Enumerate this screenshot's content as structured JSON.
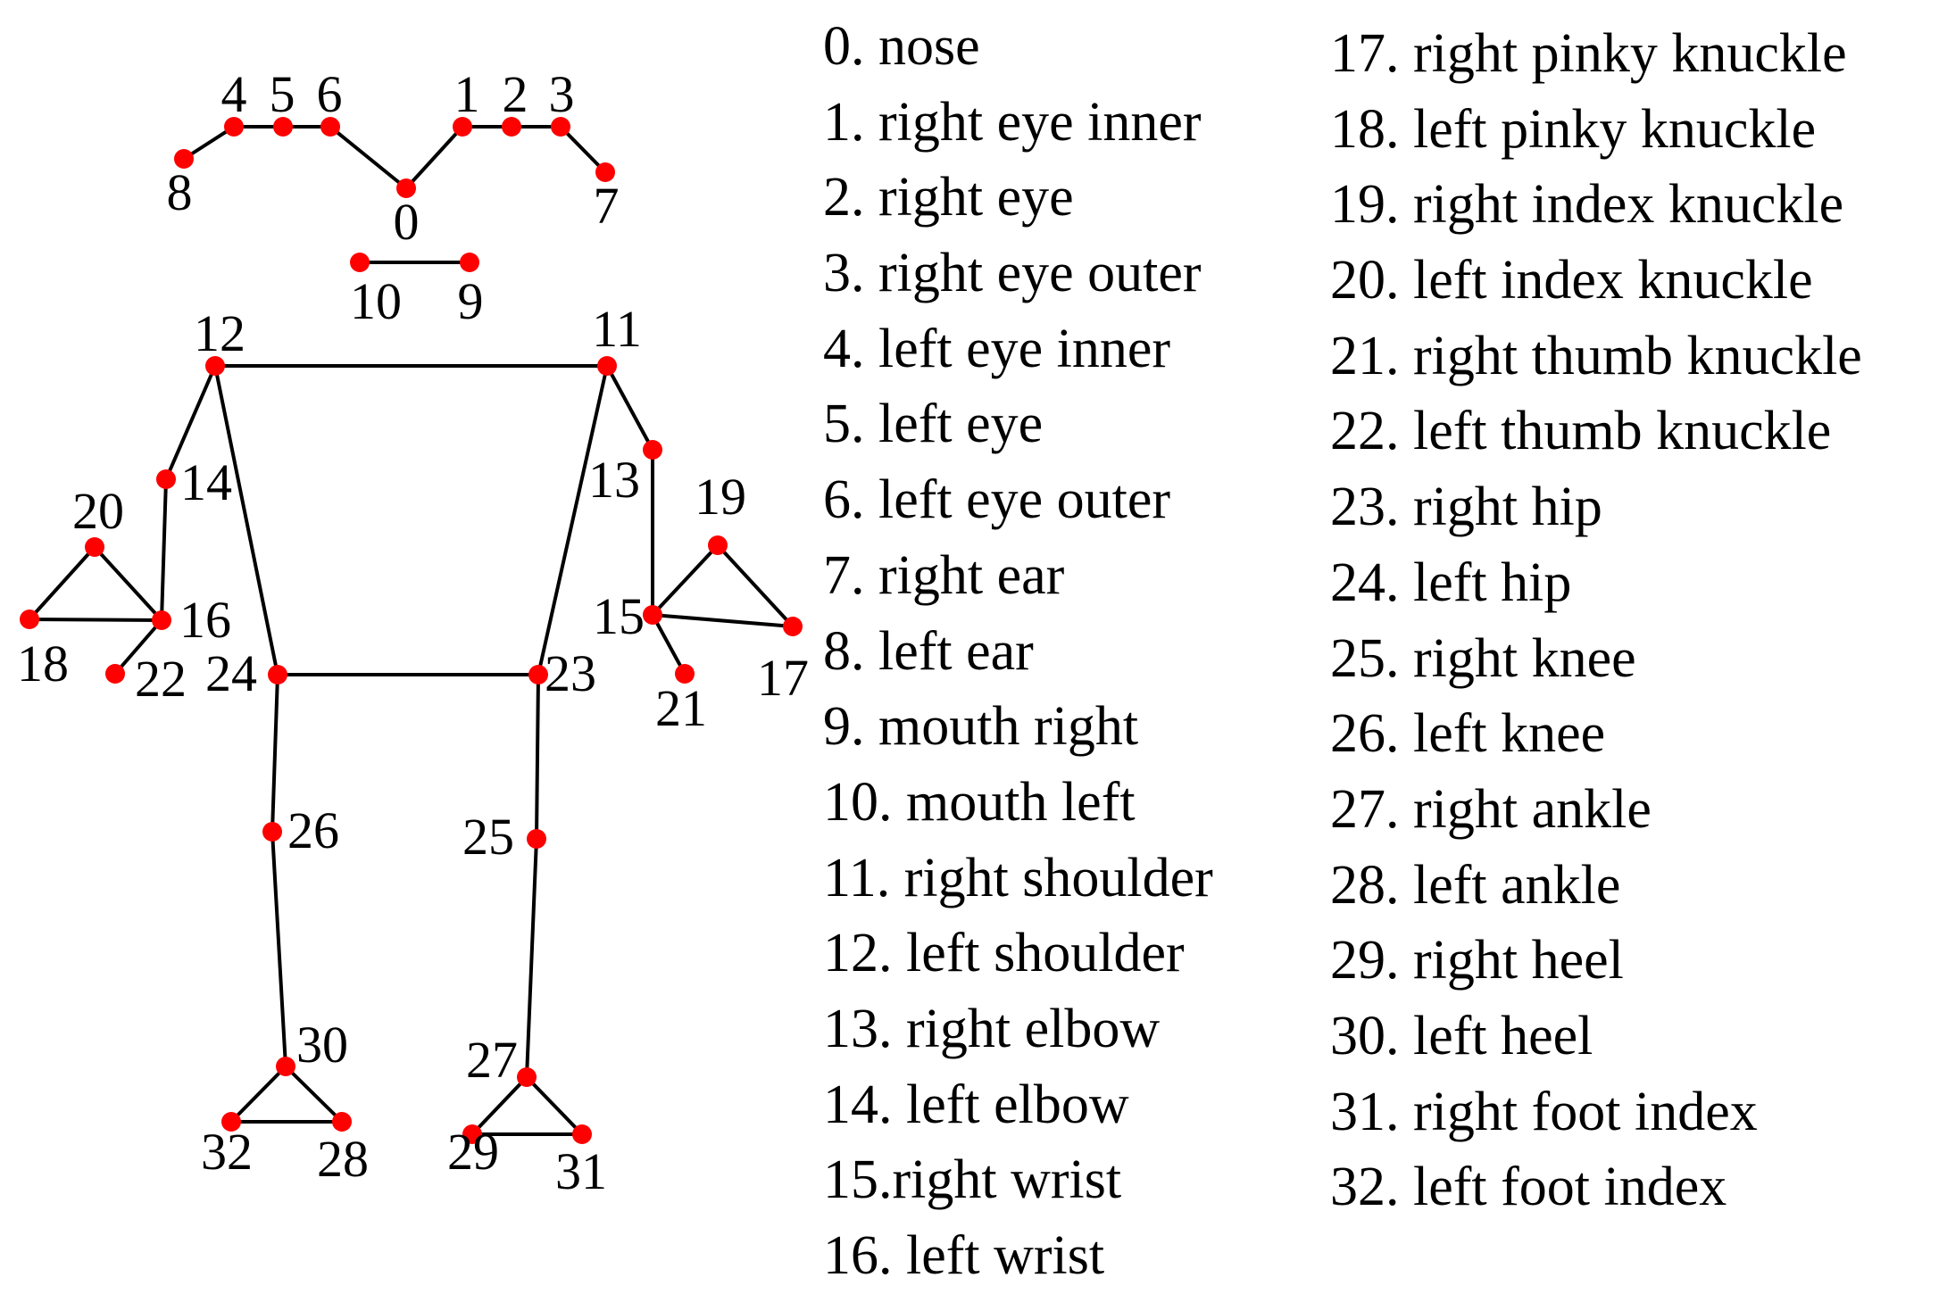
{
  "colors": {
    "joint": "#ff0000",
    "bone": "#000000",
    "background": "#ffffff"
  },
  "joints": [
    {
      "id": "0",
      "label": "0"
    },
    {
      "id": "1",
      "label": "1"
    },
    {
      "id": "2",
      "label": "2"
    },
    {
      "id": "3",
      "label": "3"
    },
    {
      "id": "4",
      "label": "4"
    },
    {
      "id": "5",
      "label": "5"
    },
    {
      "id": "6",
      "label": "6"
    },
    {
      "id": "7",
      "label": "7"
    },
    {
      "id": "8",
      "label": "8"
    },
    {
      "id": "9",
      "label": "9"
    },
    {
      "id": "10",
      "label": "10"
    },
    {
      "id": "11",
      "label": "11"
    },
    {
      "id": "12",
      "label": "12"
    },
    {
      "id": "13",
      "label": "13"
    },
    {
      "id": "14",
      "label": "14"
    },
    {
      "id": "15",
      "label": "15"
    },
    {
      "id": "16",
      "label": "16"
    },
    {
      "id": "17",
      "label": "17"
    },
    {
      "id": "18",
      "label": "18"
    },
    {
      "id": "19",
      "label": "19"
    },
    {
      "id": "20",
      "label": "20"
    },
    {
      "id": "21",
      "label": "21"
    },
    {
      "id": "22",
      "label": "22"
    },
    {
      "id": "23",
      "label": "23"
    },
    {
      "id": "24",
      "label": "24"
    },
    {
      "id": "25",
      "label": "25"
    },
    {
      "id": "26",
      "label": "26"
    },
    {
      "id": "27",
      "label": "27"
    },
    {
      "id": "28",
      "label": "28"
    },
    {
      "id": "29",
      "label": "29"
    },
    {
      "id": "30",
      "label": "30"
    },
    {
      "id": "31",
      "label": "31"
    },
    {
      "id": "32",
      "label": "32"
    }
  ],
  "connections": [
    [
      "8",
      "4"
    ],
    [
      "4",
      "5"
    ],
    [
      "5",
      "6"
    ],
    [
      "6",
      "0"
    ],
    [
      "0",
      "1"
    ],
    [
      "1",
      "2"
    ],
    [
      "2",
      "3"
    ],
    [
      "3",
      "7"
    ],
    [
      "10",
      "9"
    ],
    [
      "12",
      "11"
    ],
    [
      "12",
      "14"
    ],
    [
      "14",
      "16"
    ],
    [
      "16",
      "20"
    ],
    [
      "20",
      "18"
    ],
    [
      "18",
      "16"
    ],
    [
      "16",
      "22"
    ],
    [
      "11",
      "13"
    ],
    [
      "13",
      "15"
    ],
    [
      "15",
      "19"
    ],
    [
      "19",
      "17"
    ],
    [
      "17",
      "15"
    ],
    [
      "15",
      "21"
    ],
    [
      "12",
      "24"
    ],
    [
      "11",
      "23"
    ],
    [
      "24",
      "23"
    ],
    [
      "24",
      "26"
    ],
    [
      "26",
      "30"
    ],
    [
      "30",
      "32"
    ],
    [
      "32",
      "28"
    ],
    [
      "28",
      "30"
    ],
    [
      "23",
      "25"
    ],
    [
      "25",
      "27"
    ],
    [
      "27",
      "29"
    ],
    [
      "29",
      "31"
    ],
    [
      "31",
      "27"
    ]
  ],
  "legend": {
    "column1": [
      "0. nose",
      "1. right eye inner",
      "2. right eye",
      "3. right eye outer",
      "4. left eye inner",
      "5. left eye",
      "6. left eye outer",
      "7. right ear",
      "8. left ear",
      "9. mouth right",
      "10. mouth left",
      "11. right shoulder",
      "12. left shoulder",
      "13. right elbow",
      "14. left elbow",
      "15.right wrist",
      "16. left wrist"
    ],
    "column2": [
      "17. right pinky knuckle",
      "18. left pinky knuckle",
      "19. right index knuckle",
      "20. left index knuckle",
      "21. right thumb knuckle",
      "22. left thumb knuckle",
      "23. right hip",
      "24. left hip",
      "25. right knee",
      "26. left knee",
      "27. right ankle",
      "28. left ankle",
      "29. right heel",
      "30. left heel",
      "31. right foot index",
      "32. left foot index"
    ]
  }
}
